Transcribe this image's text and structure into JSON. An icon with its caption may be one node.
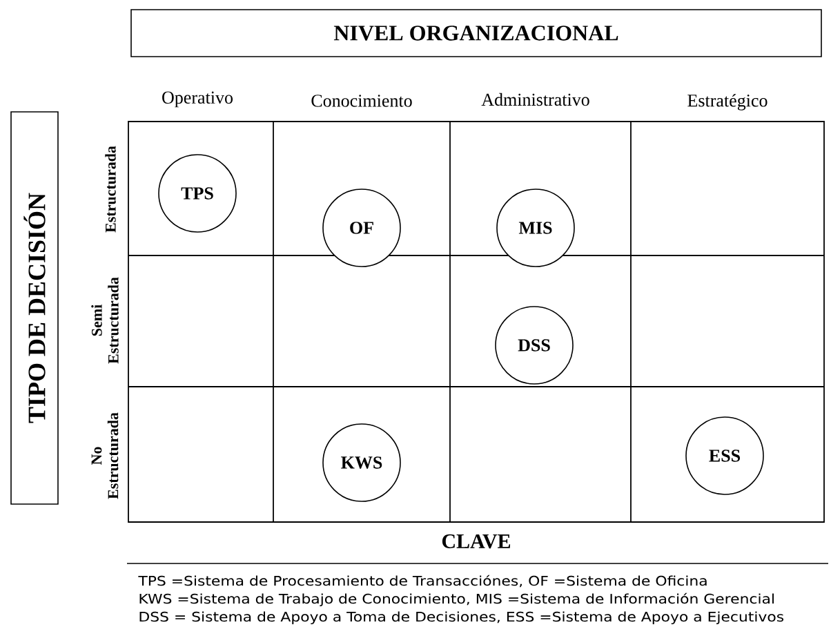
{
  "diagram": {
    "nodes": [
      {
        "text": [
          "NIVEL ORGANIZACIONAL"
        ]
      },
      {
        "text": [
          "TIPO DE DECISIÓN"
        ]
      },
      {
        "text": [
          "TPS"
        ]
      },
      {
        "text": [
          "OF"
        ]
      },
      {
        "text": [
          "MIS"
        ]
      },
      {
        "text": [
          "DSS"
        ]
      },
      {
        "text": [
          "KWS"
        ]
      },
      {
        "text": [
          "ESS"
        ]
      }
    ],
    "labels": [
      "Operativo",
      "Conocimiento",
      "Administrativo",
      "Estratégico",
      "Estructurada",
      "Semi Estructurada",
      "No Estructurada",
      "CLAVE",
      "TPS =Sistema de Procesamiento de Transacciónes, OF =Sistema de Oficina",
      "KWS =Sistema de Trabajo de Conocimiento, MIS =Sistema de Información Gerencial",
      "DSS = Sistema de Apoyo a Toma de Decisiones, ESS =Sistema de Apoyo a Ejecutivos"
    ]
  }
}
